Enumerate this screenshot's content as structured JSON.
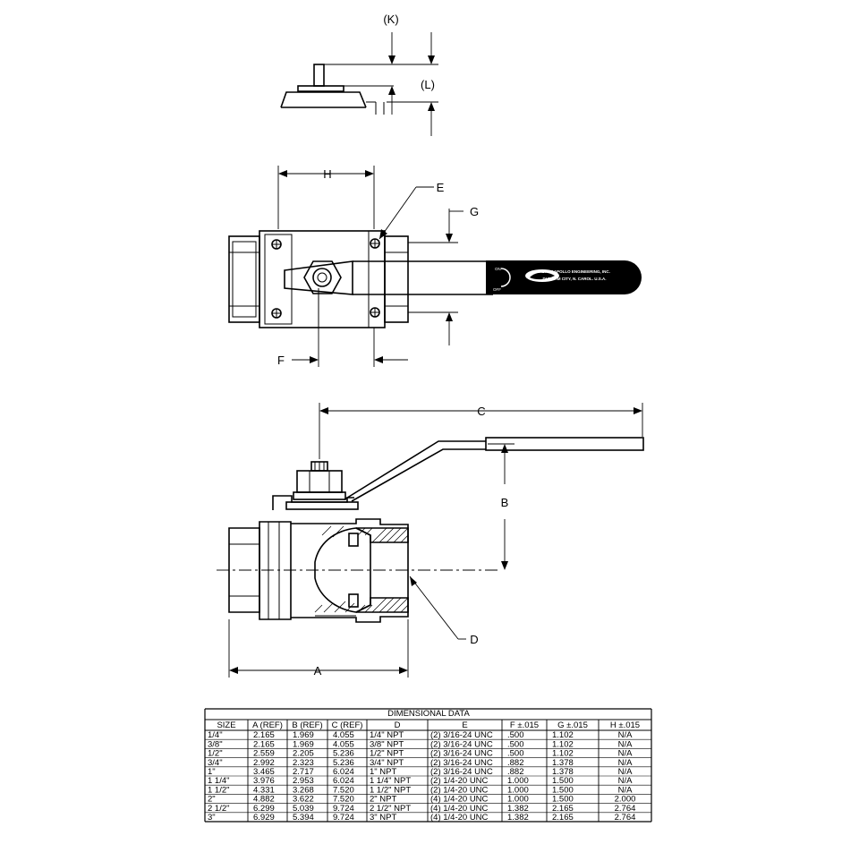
{
  "labels": {
    "K": "(K)",
    "L": "(L)",
    "H": "H",
    "E": "E",
    "G": "G",
    "F": "F",
    "C": "C",
    "B": "B",
    "A": "A",
    "D": "D"
  },
  "plate": {
    "line1": "MD. BY APOLLO ENGINEERING, INC.",
    "line2": "DURHAM CITY, N. CAROL. U.S.A."
  },
  "handle_marks": {
    "on": "ON",
    "off": "OFF"
  },
  "table": {
    "title": "DIMENSIONAL DATA",
    "headers": [
      "SIZE",
      "A (REF)",
      "B (REF)",
      "C (REF)",
      "D",
      "E",
      "F ±.015",
      "G ±.015",
      "H ±.015"
    ],
    "rows": [
      [
        "1/4\"",
        "2.165",
        "1.969",
        "4.055",
        "1/4\" NPT",
        "(2) 3/16-24 UNC",
        ".500",
        "1.102",
        "N/A"
      ],
      [
        "3/8\"",
        "2.165",
        "1.969",
        "4.055",
        "3/8\" NPT",
        "(2) 3/16-24 UNC",
        ".500",
        "1.102",
        "N/A"
      ],
      [
        "1/2\"",
        "2.559",
        "2.205",
        "5.236",
        "1/2\" NPT",
        "(2) 3/16-24 UNC",
        ".500",
        "1.102",
        "N/A"
      ],
      [
        "3/4\"",
        "2.992",
        "2.323",
        "5.236",
        "3/4\" NPT",
        "(2) 3/16-24 UNC",
        ".882",
        "1.378",
        "N/A"
      ],
      [
        "1\"",
        "3.465",
        "2.717",
        "6.024",
        "1\" NPT",
        "(2) 3/16-24 UNC",
        ".882",
        "1.378",
        "N/A"
      ],
      [
        "1 1/4\"",
        "3.976",
        "2.953",
        "6.024",
        "1 1/4\" NPT",
        "(2) 1/4-20 UNC",
        "1.000",
        "1.500",
        "N/A"
      ],
      [
        "1 1/2\"",
        "4.331",
        "3.268",
        "7.520",
        "1 1/2\" NPT",
        "(2) 1/4-20 UNC",
        "1.000",
        "1.500",
        "N/A"
      ],
      [
        "2\"",
        "4.882",
        "3.622",
        "7.520",
        "2\" NPT",
        "(4) 1/4-20 UNC",
        "1.000",
        "1.500",
        "2.000"
      ],
      [
        "2 1/2\"",
        "6.299",
        "5.039",
        "9.724",
        "2 1/2\" NPT",
        "(4) 1/4-20 UNC",
        "1.382",
        "2.165",
        "2.764"
      ],
      [
        "3\"",
        "6.929",
        "5.394",
        "9.724",
        "3\" NPT",
        "(4) 1/4-20 UNC",
        "1.382",
        "2.165",
        "2.764"
      ]
    ]
  }
}
